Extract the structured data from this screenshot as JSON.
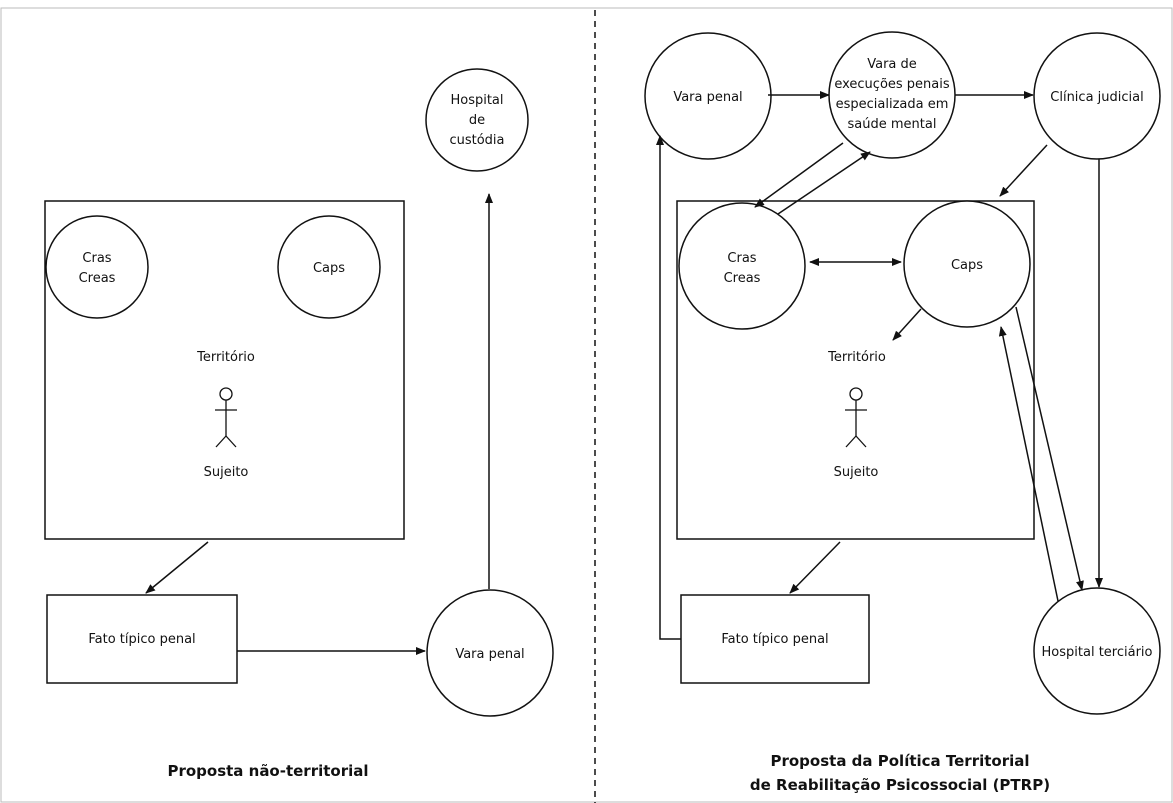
{
  "left": {
    "caption": "Proposta não-territorial",
    "territory_label": "Território",
    "subject_label": "Sujeito",
    "cras_line1": "Cras",
    "cras_line2": "Creas",
    "caps": "Caps",
    "hospital_line1": "Hospital",
    "hospital_line2": "de",
    "hospital_line3": "custódia",
    "fato": "Fato típico penal",
    "vara": "Vara penal"
  },
  "right": {
    "caption_line1": "Proposta da Política Territorial",
    "caption_line2": "de Reabilitação Psicossocial (PTRP)",
    "territory_label": "Território",
    "subject_label": "Sujeito",
    "cras_line1": "Cras",
    "cras_line2": "Creas",
    "caps": "Caps",
    "vara": "Vara penal",
    "vep_line1": "Vara de",
    "vep_line2": "execuções penais",
    "vep_line3": "especializada em",
    "vep_line4": "saúde mental",
    "clinica": "Clínica judicial",
    "hospital": "Hospital terciário",
    "fato": "Fato típico penal"
  }
}
